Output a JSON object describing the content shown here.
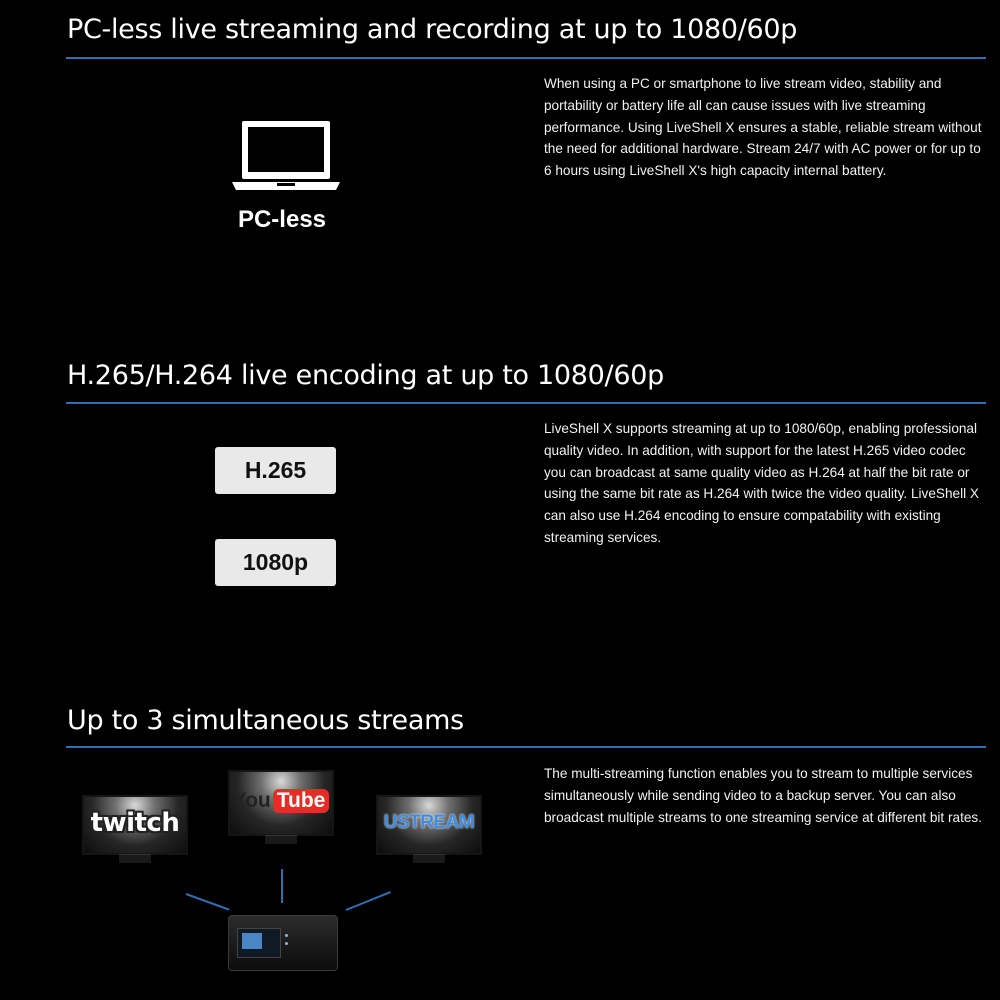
{
  "sections": [
    {
      "heading": "PC-less live streaming and recording at up to 1080/60p",
      "description": "When using a PC or smartphone to live stream video, stability and portability or battery life all can cause issues with live streaming performance. Using LiveShell X ensures a stable, reliable stream without the need for additional hardware. Stream 24/7 with AC power or for up to 6 hours using LiveShell X's high capacity internal battery.",
      "label": "PC-less",
      "icon": "laptop-icon"
    },
    {
      "heading": "H.265/H.264 live encoding at up to 1080/60p",
      "description": "LiveShell X supports streaming at up to 1080/60p, enabling professional quality video. In addition, with support for the latest H.265 video codec you can broadcast at same quality video as H.264 at half the bit rate or using the same bit rate as H.264 with twice the video quality. LiveShell X can also use H.264 encoding to ensure compatability with existing streaming services.",
      "badges": [
        "H.265",
        "1080p"
      ]
    },
    {
      "heading": "Up to 3 simultaneous streams",
      "description": "The multi-streaming function enables you to stream to multiple services simultaneously while sending video to a backup server. You can also broadcast multiple streams to one streaming service at different bit rates.",
      "logos": {
        "twitch": "twitch",
        "youtube_you": "You",
        "youtube_tube": "Tube",
        "ustream": "USTREAM"
      }
    }
  ],
  "colors": {
    "background": "#000000",
    "accent_rule": "#2f6fb8",
    "youtube_red": "#e52d27",
    "ustream_blue": "#3d8ee3"
  }
}
